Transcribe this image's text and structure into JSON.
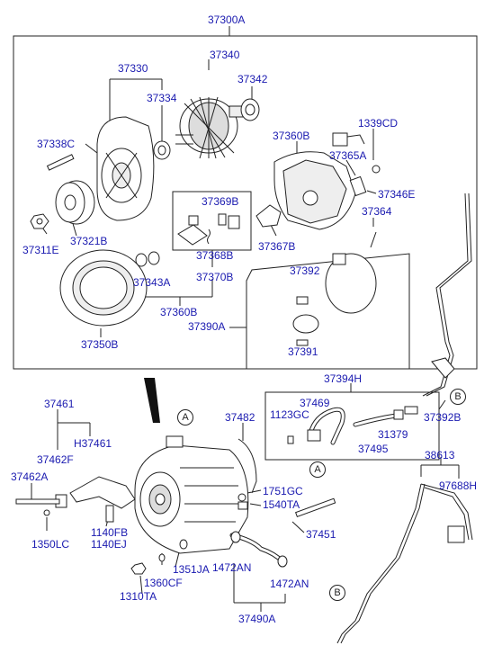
{
  "labels": {
    "37300A": "37300A",
    "37340": "37340",
    "37330": "37330",
    "37342": "37342",
    "37334": "37334",
    "37338C": "37338C",
    "37360B_top": "37360B",
    "1339CD": "1339CD",
    "37365A": "37365A",
    "37346E": "37346E",
    "37369B": "37369B",
    "37364": "37364",
    "37311E": "37311E",
    "37321B": "37321B",
    "37367B": "37367B",
    "37368B": "37368B",
    "37343A": "37343A",
    "37370B": "37370B",
    "37392": "37392",
    "37360B_bottom": "37360B",
    "37390A": "37390A",
    "37350B": "37350B",
    "37391": "37391",
    "37394H": "37394H",
    "37461": "37461",
    "37482": "37482",
    "37469": "37469",
    "1123GC": "1123GC",
    "37462F": "37462F",
    "H37461": "H37461",
    "31379": "31379",
    "37495": "37495",
    "37392B": "37392B",
    "38613": "38613",
    "37462A": "37462A",
    "1751GC": "1751GC",
    "97688H": "97688H",
    "1540TA": "1540TA",
    "1140FB": "1140FB",
    "1140EJ": "1140EJ",
    "1350LC": "1350LC",
    "37451": "37451",
    "1351JA": "1351JA",
    "1472AN_left": "1472AN",
    "1360CF": "1360CF",
    "1472AN_right": "1472AN",
    "1310TA": "1310TA",
    "37490A": "37490A"
  },
  "callouts": {
    "a_top": "A",
    "a_mid": "A",
    "b_right": "B",
    "b_bottom": "B"
  },
  "colors": {
    "label": "#1a1ab0",
    "line": "#222222"
  }
}
